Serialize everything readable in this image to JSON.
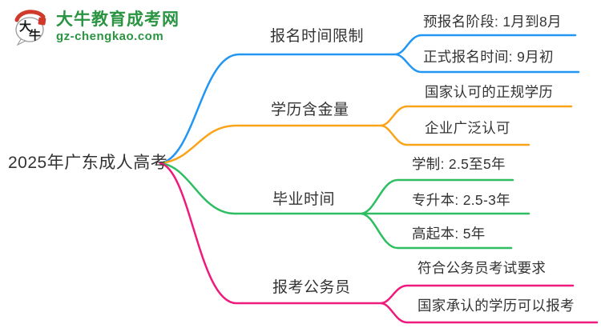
{
  "palette": {
    "blue": "#2196f3",
    "orange": "#faa41a",
    "green": "#2ebe62",
    "pink": "#f0197c",
    "logo_green": "#2a9442",
    "logo_red": "#cf3a2b",
    "text": "#333333"
  },
  "logo": {
    "icon": "daniu-speech-bubble-icon",
    "icon_char_1": "大",
    "icon_char_2": "牛",
    "title": "大牛教育成考网",
    "domain": "gz-chengkao.com"
  },
  "mindmap": {
    "root": "2025年广东成人高考",
    "branches": [
      {
        "label": "报名时间限制",
        "color": "#2196f3",
        "children": [
          "预报名阶段: 1月到8月",
          "正式报名时间: 9月初"
        ]
      },
      {
        "label": "学历含金量",
        "color": "#faa41a",
        "children": [
          "国家认可的正规学历",
          "企业广泛认可"
        ]
      },
      {
        "label": "毕业时间",
        "color": "#2ebe62",
        "children": [
          "学制: 2.5至5年",
          "专升本: 2.5-3年",
          "高起本: 5年"
        ]
      },
      {
        "label": "报考公务员",
        "color": "#f0197c",
        "children": [
          "符合公务员考试要求",
          "国家承认的学历可以报考"
        ]
      }
    ]
  }
}
